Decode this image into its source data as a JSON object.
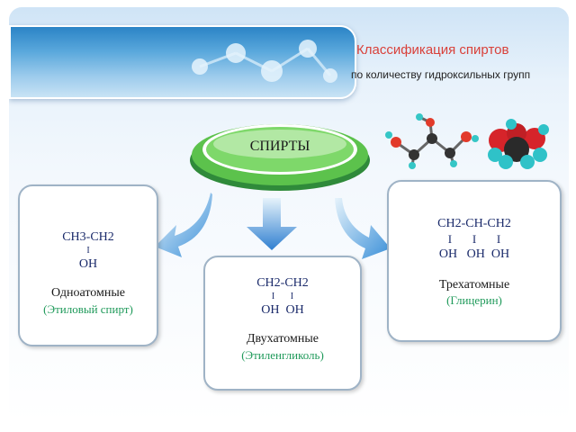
{
  "header": {
    "title": "Классификация спиртов",
    "subtitle": "по количеству гидроксильных групп"
  },
  "center": {
    "label": "СПИРТЫ"
  },
  "colors": {
    "title": "#d9413a",
    "formula": "#1a2a6a",
    "example": "#1f9a5a",
    "oval_green": "#6ccf5a",
    "arrow_blue": "#3a8fd8",
    "box_border": "#9fb3c6"
  },
  "boxes": [
    {
      "line1": "CH3-CH2",
      "pipes": "I",
      "line2": "OH",
      "name": "Одноатомные",
      "example": "(Этиловый спирт)"
    },
    {
      "line1": "CH2-CH2",
      "pipes": "I       I",
      "line2": "OH  OH",
      "name": "Двухатомные",
      "example": "(Этиленгликоль)"
    },
    {
      "line1": "CH2-CH-CH2",
      "pipes": "I       I       I",
      "line2": "OH   OH  OH",
      "name": "Трехатомные",
      "example": "(Глицерин)"
    }
  ],
  "icons": [
    "molecule-banner-icon",
    "glycerol-ball-stick-icon",
    "glycerol-space-fill-icon",
    "arrow-left-icon",
    "arrow-down-icon",
    "arrow-right-icon"
  ]
}
